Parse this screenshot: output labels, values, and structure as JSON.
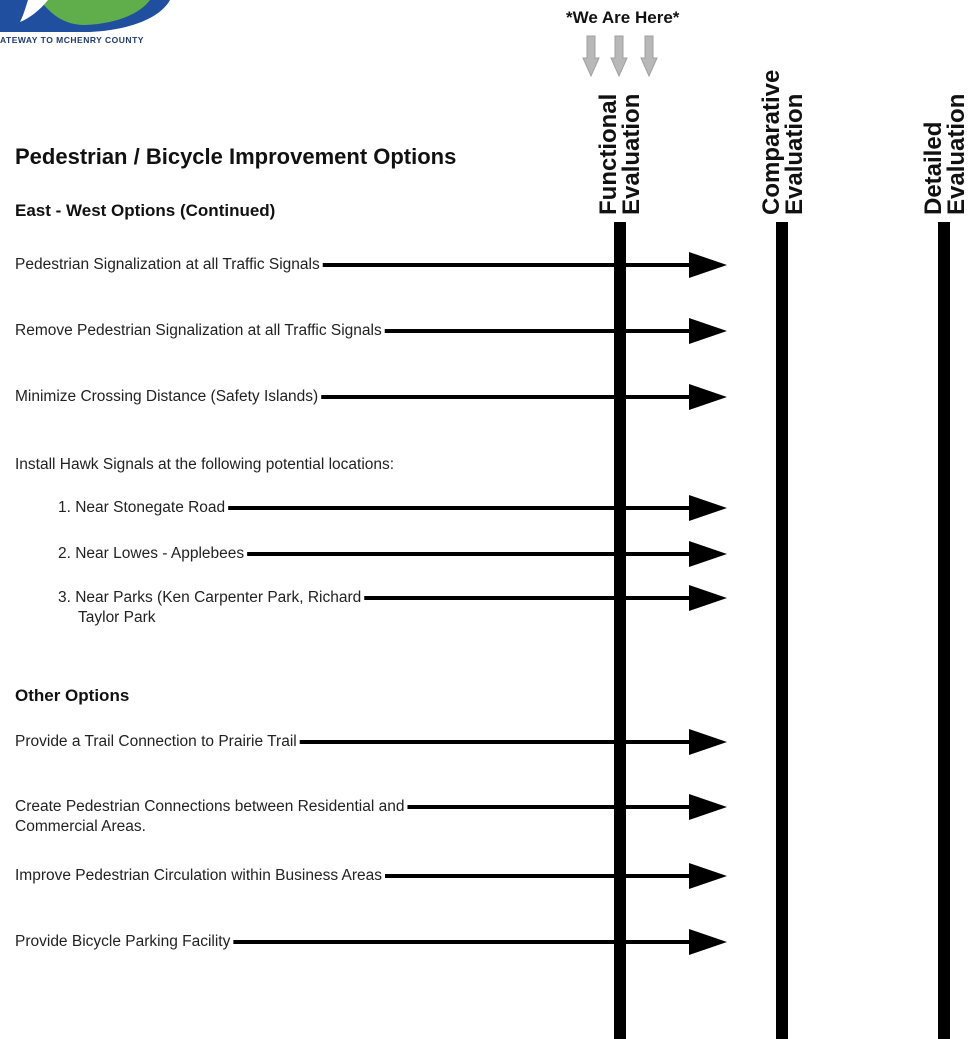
{
  "logo": {
    "tagline": "ATEWAY TO MCHENRY COUNTY",
    "colors": {
      "blue": "#1f4f9e",
      "green": "#5fae4b",
      "white": "#ffffff"
    }
  },
  "indicator": {
    "label": "*We Are Here*",
    "arrow_color": "#a0a0a0"
  },
  "title": "Pedestrian / Bicycle Improvement Options",
  "stages": [
    {
      "line1": "Functional",
      "line2": "Evaluation"
    },
    {
      "line1": "Comparative",
      "line2": "Evaluation"
    },
    {
      "line1": "Detailed",
      "line2": "Evaluation"
    }
  ],
  "sections": [
    {
      "heading": "East - West Options (Continued)",
      "intro": "Install Hawk Signals at the following potential locations:",
      "options": [
        {
          "text": "Pedestrian Signalization at all Traffic Signals"
        },
        {
          "text": "Remove Pedestrian Signalization at all Traffic Signals"
        },
        {
          "text": "Minimize Crossing Distance (Safety Islands)"
        },
        {
          "text": "1. Near Stonegate Road"
        },
        {
          "text": "2. Near Lowes - Applebees"
        },
        {
          "line1": "3. Near Parks (Ken Carpenter Park, Richard",
          "line2": "Taylor Park"
        }
      ]
    },
    {
      "heading": "Other Options",
      "options": [
        {
          "text": "Provide a Trail Connection to Prairie Trail"
        },
        {
          "line1": "Create Pedestrian Connections between Residential and",
          "line2": "Commercial Areas."
        },
        {
          "text": "Improve Pedestrian Circulation within Business Areas"
        },
        {
          "text": "Provide Bicycle Parking Facility"
        }
      ]
    }
  ],
  "colors": {
    "arrow": "#000000",
    "bar": "#000000",
    "text": "#222222"
  }
}
